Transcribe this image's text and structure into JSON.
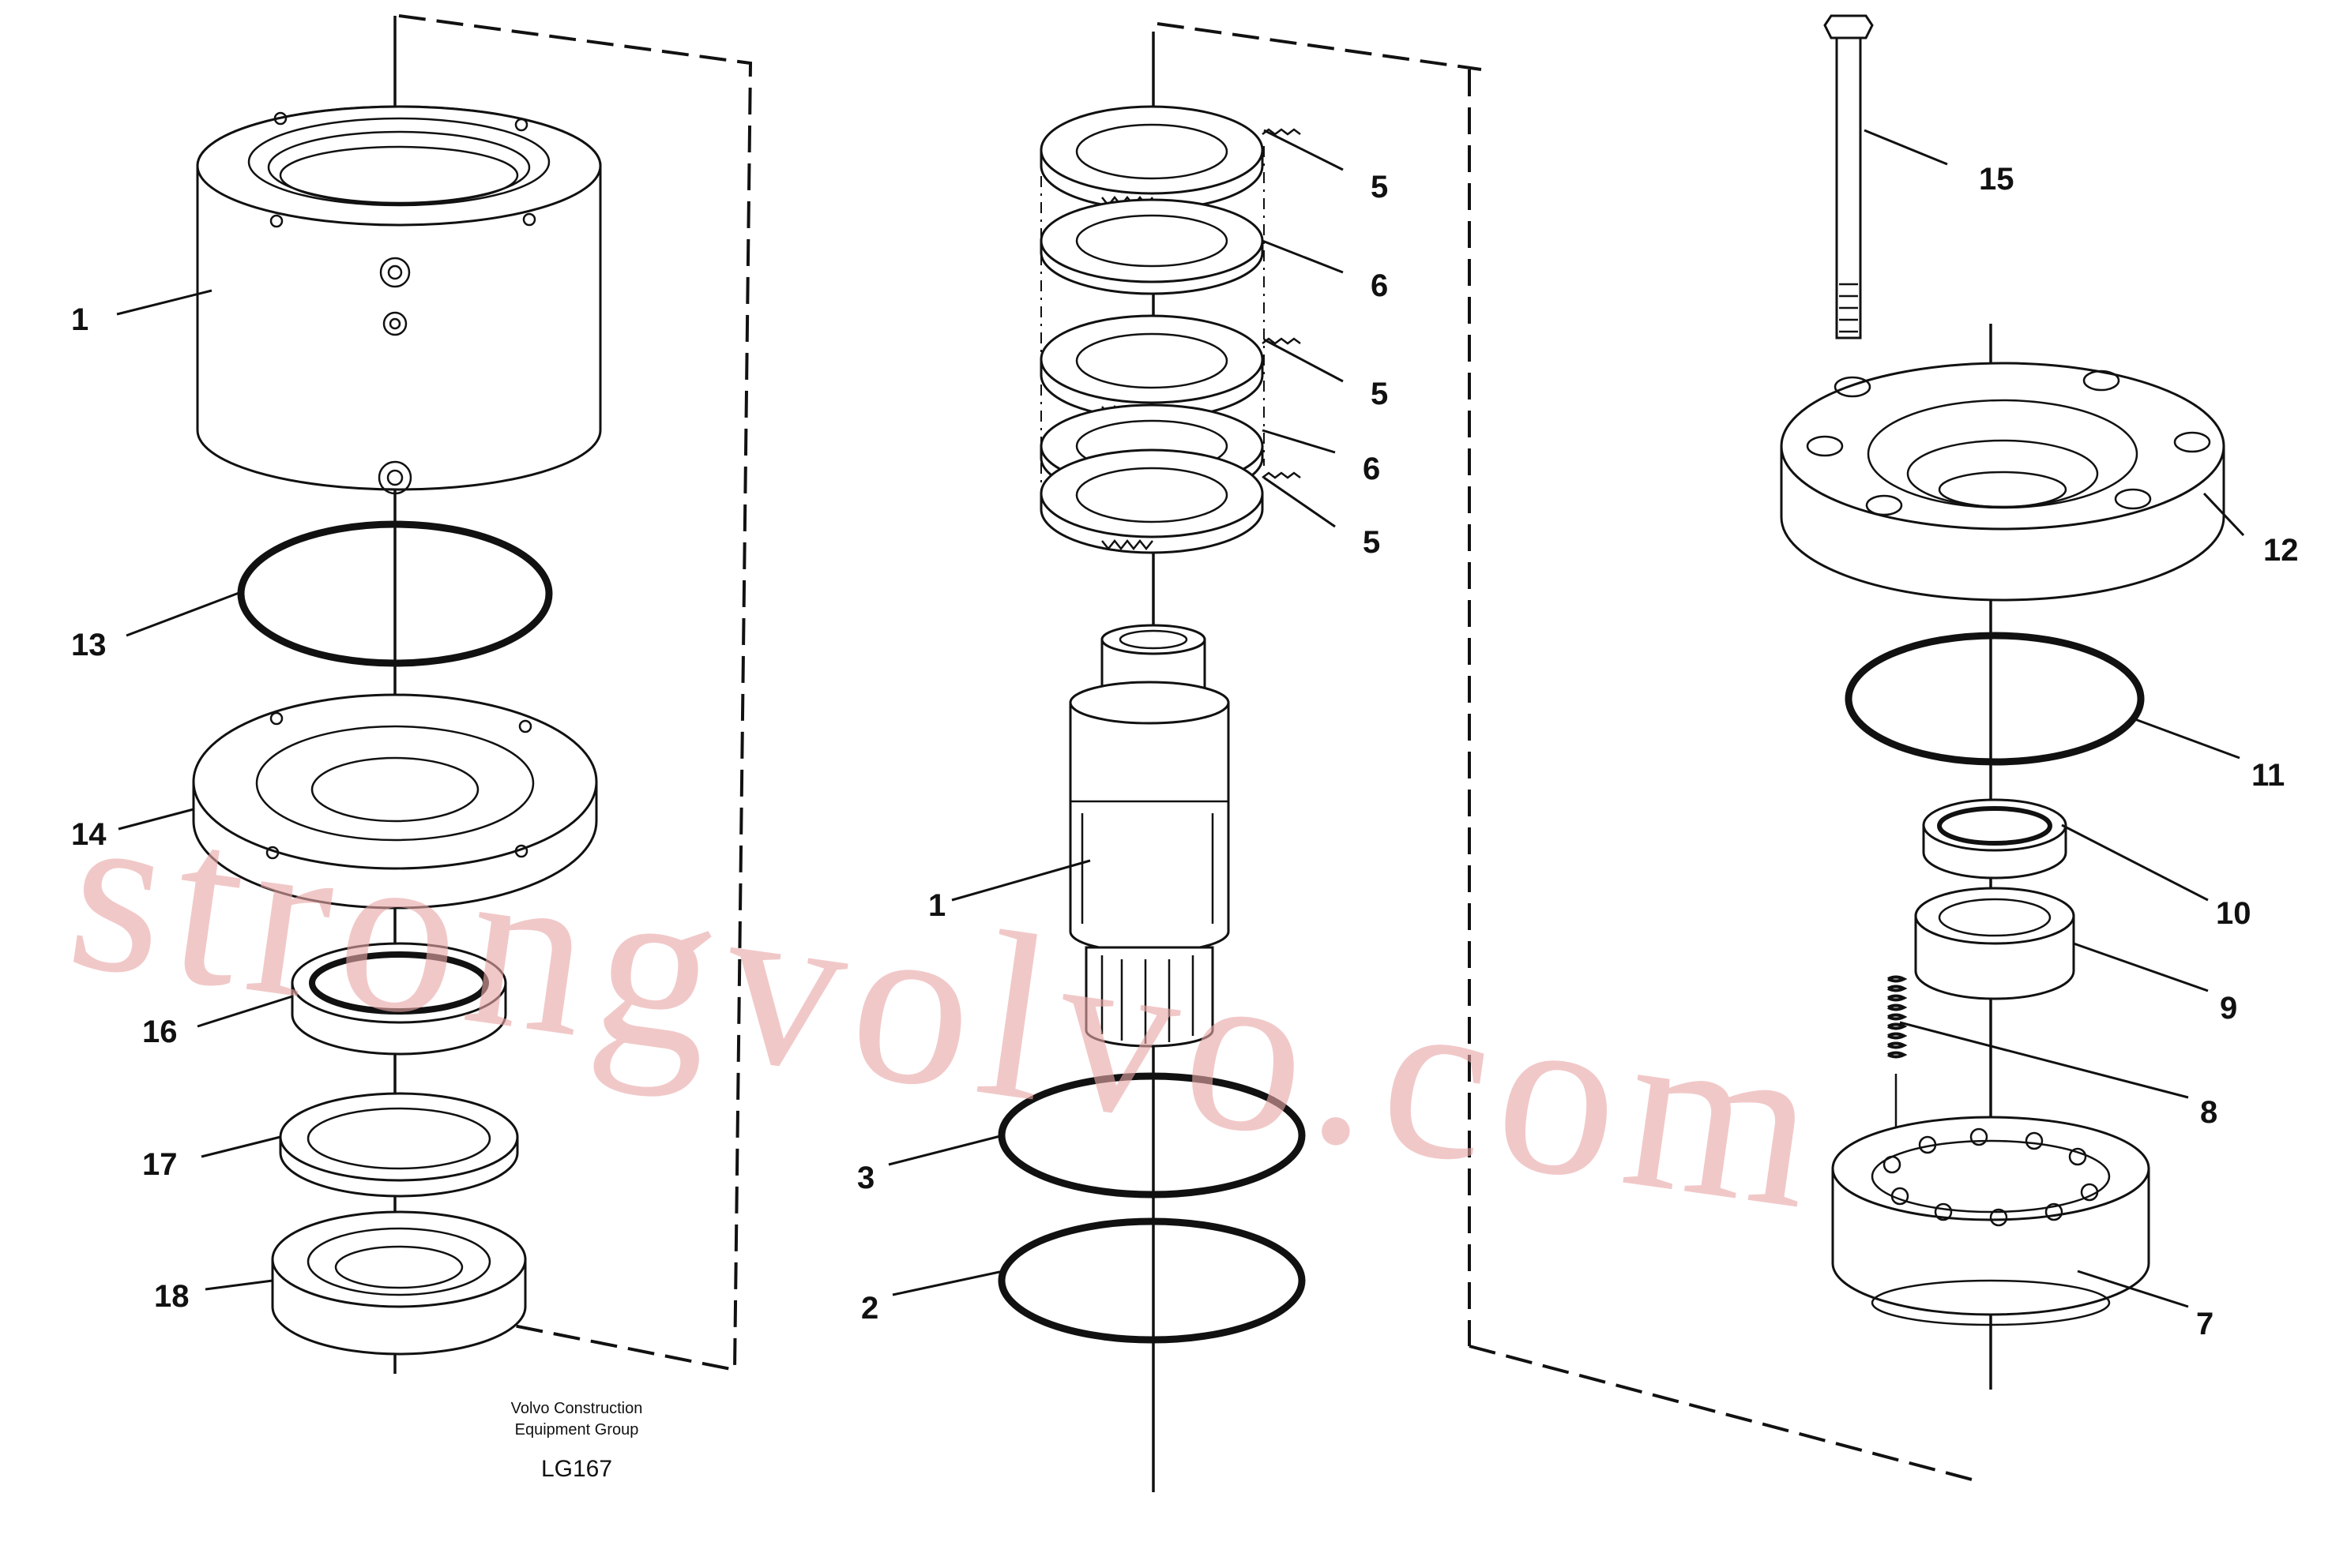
{
  "callouts": {
    "c1a": "1",
    "c13": "13",
    "c14": "14",
    "c16": "16",
    "c17": "17",
    "c18": "18",
    "c5a": "5",
    "c6a": "6",
    "c5b": "5",
    "c6b": "6",
    "c5c": "5",
    "c1b": "1",
    "c3": "3",
    "c2": "2",
    "c15": "15",
    "c12": "12",
    "c11": "11",
    "c10": "10",
    "c9": "9",
    "c8": "8",
    "c7": "7"
  },
  "footer": {
    "company_line1": "Volvo Construction",
    "company_line2": "Equipment Group",
    "drawing_code": "LG167"
  },
  "watermark": "strongvolvo.com"
}
